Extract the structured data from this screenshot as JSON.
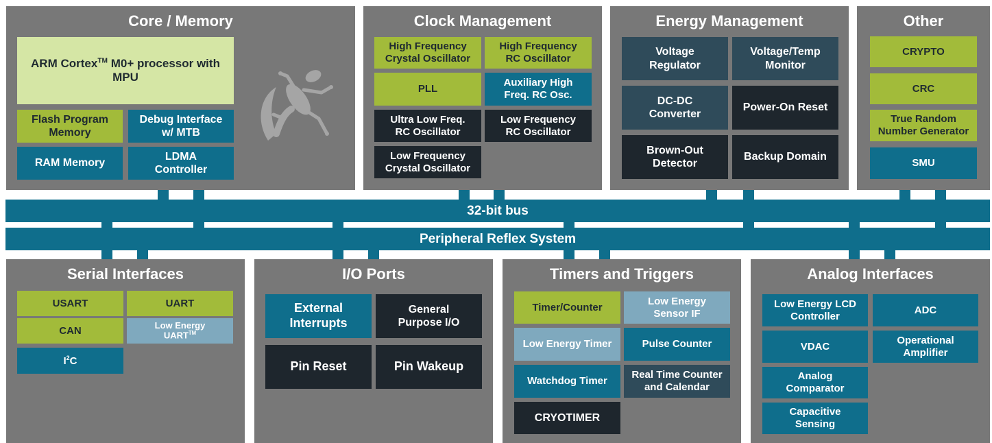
{
  "colors": {
    "panel": "#787878",
    "green": "#a2bb3a",
    "light_green": "#d5e6a5",
    "teal": "#0f6e8c",
    "light_blue": "#7fa9be",
    "dark": "#1e262d",
    "slate": "#2f4b5a"
  },
  "core": {
    "title": "Core / Memory",
    "arm_prefix": "ARM Cortex",
    "arm_tm": "TM",
    "arm_suffix": " M0+ processor with MPU",
    "flash": "Flash Program\nMemory",
    "debug": "Debug Interface\nw/ MTB",
    "ram": "RAM Memory",
    "ldma": "LDMA\nController",
    "logo_icon": "gecko-icon"
  },
  "clock": {
    "title": "Clock Management",
    "hfxo": "High Frequency\nCrystal Oscillator",
    "hfrco": "High Frequency\nRC Oscillator",
    "pll": "PLL",
    "auxhfrco": "Auxiliary High\nFreq. RC Osc.",
    "ulfrco": "Ultra Low Freq.\nRC Oscillator",
    "lfrco": "Low Frequency\nRC Oscillator",
    "lfxo": "Low Frequency\nCrystal Oscillator"
  },
  "energy": {
    "title": "Energy Management",
    "vreg": "Voltage\nRegulator",
    "vmon": "Voltage/Temp\nMonitor",
    "dcdc": "DC-DC\nConverter",
    "por": "Power-On Reset",
    "bod": "Brown-Out\nDetector",
    "backup": "Backup Domain"
  },
  "other": {
    "title": "Other",
    "crypto": "CRYPTO",
    "crc": "CRC",
    "trng": "True Random\nNumber Generator",
    "smu": "SMU"
  },
  "bus": {
    "main": "32-bit bus",
    "prs": "Peripheral Reflex System"
  },
  "serial": {
    "title": "Serial Interfaces",
    "usart": "USART",
    "uart": "UART",
    "can": "CAN",
    "leuart_prefix": "Low Energy\nUART",
    "leuart_tm": "TM",
    "i2c_prefix": "I",
    "i2c_sup": "2",
    "i2c_suffix": "C"
  },
  "io": {
    "title": "I/O Ports",
    "extint": "External\nInterrupts",
    "gpio": "General\nPurpose I/O",
    "pinreset": "Pin Reset",
    "pinwakeup": "Pin Wakeup"
  },
  "timers": {
    "title": "Timers and Triggers",
    "timer": "Timer/Counter",
    "lesense": "Low Energy\nSensor IF",
    "letimer": "Low Energy Timer",
    "pcnt": "Pulse Counter",
    "wdog": "Watchdog Timer",
    "rtcc": "Real Time Counter\nand Calendar",
    "cryotimer": "CRYOTIMER"
  },
  "analog": {
    "title": "Analog Interfaces",
    "lcd": "Low Energy LCD\nController",
    "adc": "ADC",
    "vdac": "VDAC",
    "opamp": "Operational\nAmplifier",
    "acmp": "Analog\nComparator",
    "csen": "Capacitive\nSensing"
  }
}
